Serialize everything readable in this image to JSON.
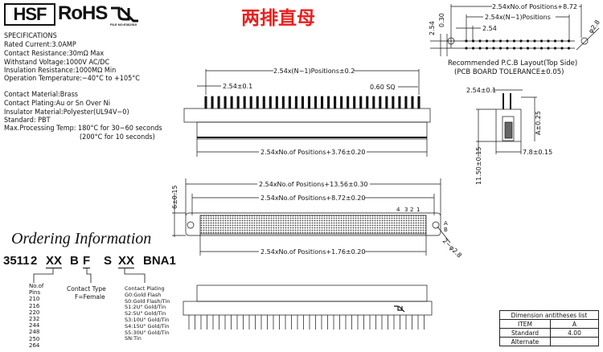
{
  "header": {
    "brand": "HSF",
    "rohs": "RoHS",
    "ul_file_no": "FILE NO:E362910",
    "title": "两排直母",
    "title_color": "#e8201e"
  },
  "specifications": {
    "heading": "SPECIFICATIONS",
    "lines": [
      "Rated  Current:3.0AMP",
      "Contact  Resistance:30mΩ  Max",
      "Withstand  Voltage:1000V  AC/DC",
      "Insulation  Resistance:1000MΩ  Min",
      "Operation  Temperature:−40°C  to  +105°C"
    ],
    "materials": [
      "Contact  Material:Brass",
      "Contact  Plating:Au  or  Sn  Over  Ni",
      "Insulator  Material:Polyester(UL94V−0)",
      "Standard:          PBT",
      "Max.Processing  Temp:  180°C  for  30−60  seconds",
      "(200°C  for  10  seconds)"
    ]
  },
  "ordering": {
    "heading": "Ordering Information",
    "part": [
      "3511",
      "2",
      "XX",
      "B",
      "F",
      "S",
      "XX",
      "BNA1"
    ],
    "pins_label": [
      "No.of",
      "Pins"
    ],
    "pins": [
      "210",
      "216",
      "220",
      "232",
      "244",
      "248",
      "250",
      "264"
    ],
    "contact_type_label": "Contact  Type",
    "contact_type_value": "F=Female",
    "plating_label": "Contact  Plating",
    "plating": [
      "G0:Gold  Flash",
      "S0:Gold  Flash/Tin",
      "S1:2U\"  Gold/Tin",
      "S2:5U\"  Gold/Tin",
      "S3:10U\"  Gold/Tin",
      "S4:15U\"  Gold/Tin",
      "S5:30U\"  Gold/Tin",
      "SN:Tin"
    ]
  },
  "pcb_layout": {
    "dim_total": "2.54xNo.of  Positions+8.72",
    "dim_n1": "2.54x(N−1)Positions",
    "dim_pitch": "2.54",
    "dim_row": "2.54",
    "dim_offset": "0.30",
    "dim_hole": "φ2.8",
    "caption1": "Recommended  P.C.B  Layout(Top  Side)",
    "caption2": "(PCB  BOARD  TOLERANCE±0.05)"
  },
  "side_view": {
    "pitch": "2.54±0.1",
    "height_a": "A±0.25",
    "height": "11.50±0.15",
    "width": "7.8±0.15"
  },
  "front_view": {
    "dim_n1": "2.54x(N−1)Positions±0.2",
    "pitch": "2.54±0.1",
    "pin_size": "0.60  SQ",
    "body": "2.54xNo.of  Positions+3.76±0.20"
  },
  "bottom_view": {
    "overall": "2.54xNo.of  Positions+13.56±0.30",
    "holes": "2.54xNo.of  Positions+8.72±0.20",
    "inner": "2.54xNo.of  Positions+1.76±0.20",
    "height": "6±0.15",
    "hole": "2−φ2.8",
    "row_a": "A",
    "row_b": "B",
    "pin_numbers": [
      "4",
      "3",
      "2",
      "1"
    ]
  },
  "dimension_table": {
    "title": "Dimension  antitheses  list",
    "headers": [
      "ITEM",
      "A"
    ],
    "rows": [
      [
        "Standard",
        "4.00"
      ],
      [
        "Alternate",
        ""
      ]
    ]
  }
}
